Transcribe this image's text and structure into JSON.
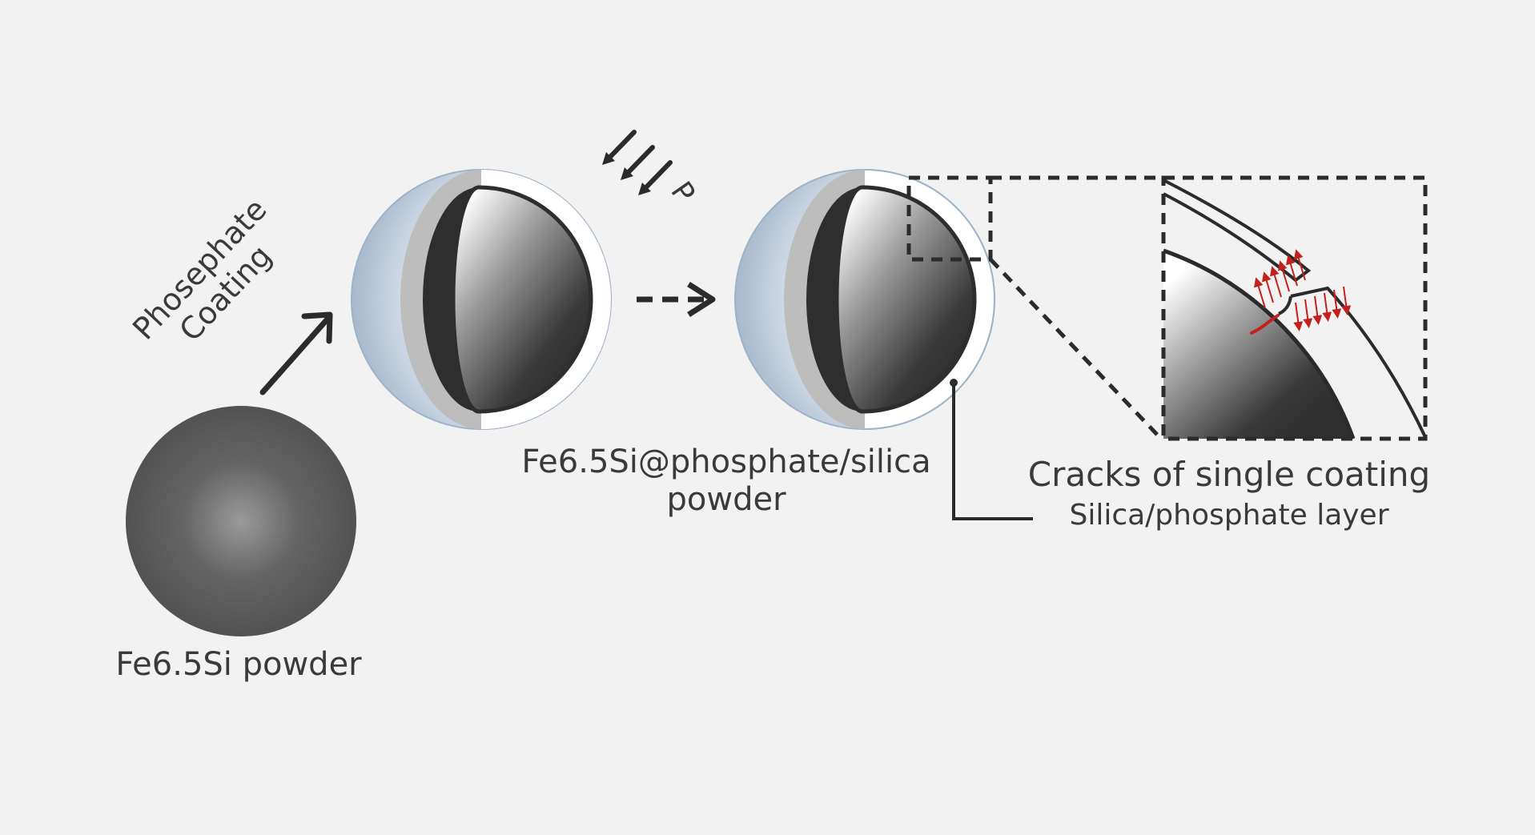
{
  "labels": {
    "raw_powder": "Fe6.5Si powder",
    "coating_line1": "Phosephate",
    "coating_line2": "Coating",
    "pressure": "P",
    "coated_line1": "Fe6.5Si@phosphate/silica",
    "coated_line2": "powder",
    "cracks": "Cracks of single coating",
    "layer": "Silica/phosphate layer"
  },
  "colors": {
    "background": "#f2f2f2",
    "core_dark": "#2e2e2e",
    "shell_blue": "#a9bbd0",
    "shell_grey": "#bdbdbd",
    "crack_red": "#c4211d",
    "line": "#2b2b2b"
  }
}
